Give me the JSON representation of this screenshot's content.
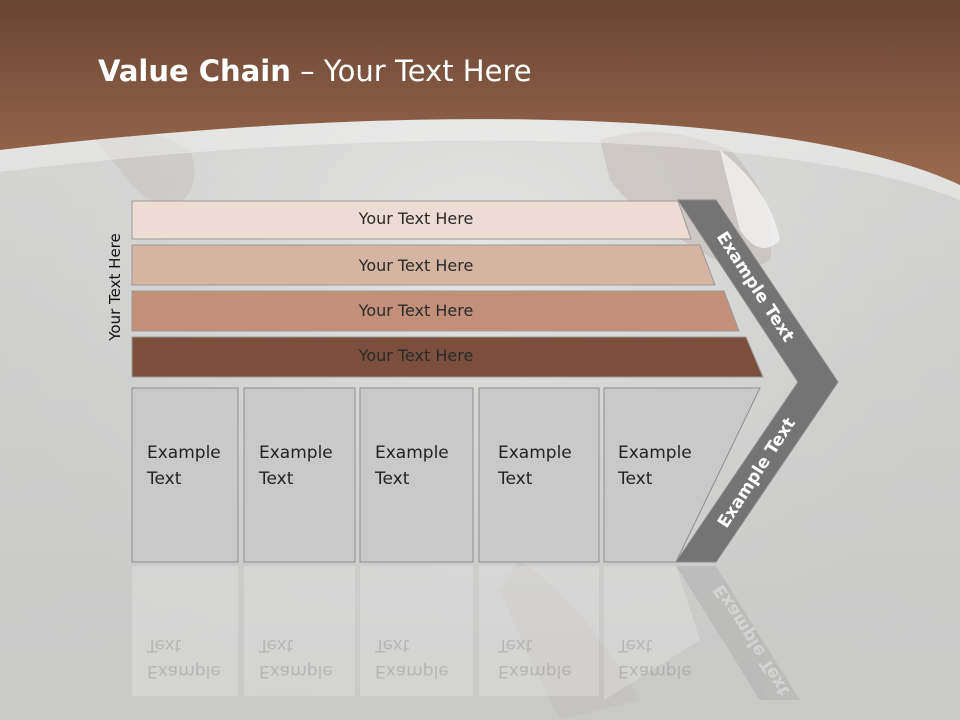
{
  "slide": {
    "title_bold": "Value Chain",
    "title_rest": " – Your Text Here"
  },
  "diagram": {
    "side_label": "Your Text Here",
    "rows": [
      {
        "label": "Your Text Here",
        "color": "#ecdcd3"
      },
      {
        "label": "Your Text Here",
        "color": "#d6b4a2"
      },
      {
        "label": "Your Text Here",
        "color": "#c28f78"
      },
      {
        "label": "Your Text Here",
        "color": "#7b4f3c"
      }
    ],
    "boxes": [
      {
        "text": "Example\nText"
      },
      {
        "text": "Example\nText"
      },
      {
        "text": "Example\nText"
      },
      {
        "text": "Example\nText"
      },
      {
        "text": "Example\nText"
      }
    ],
    "arrow_upper": "Example Text",
    "arrow_lower": "Example Text",
    "colors": {
      "header_brown": "#8d5d43",
      "arrow_gray": "#747474",
      "box_gray": "#c9c9c9"
    }
  }
}
